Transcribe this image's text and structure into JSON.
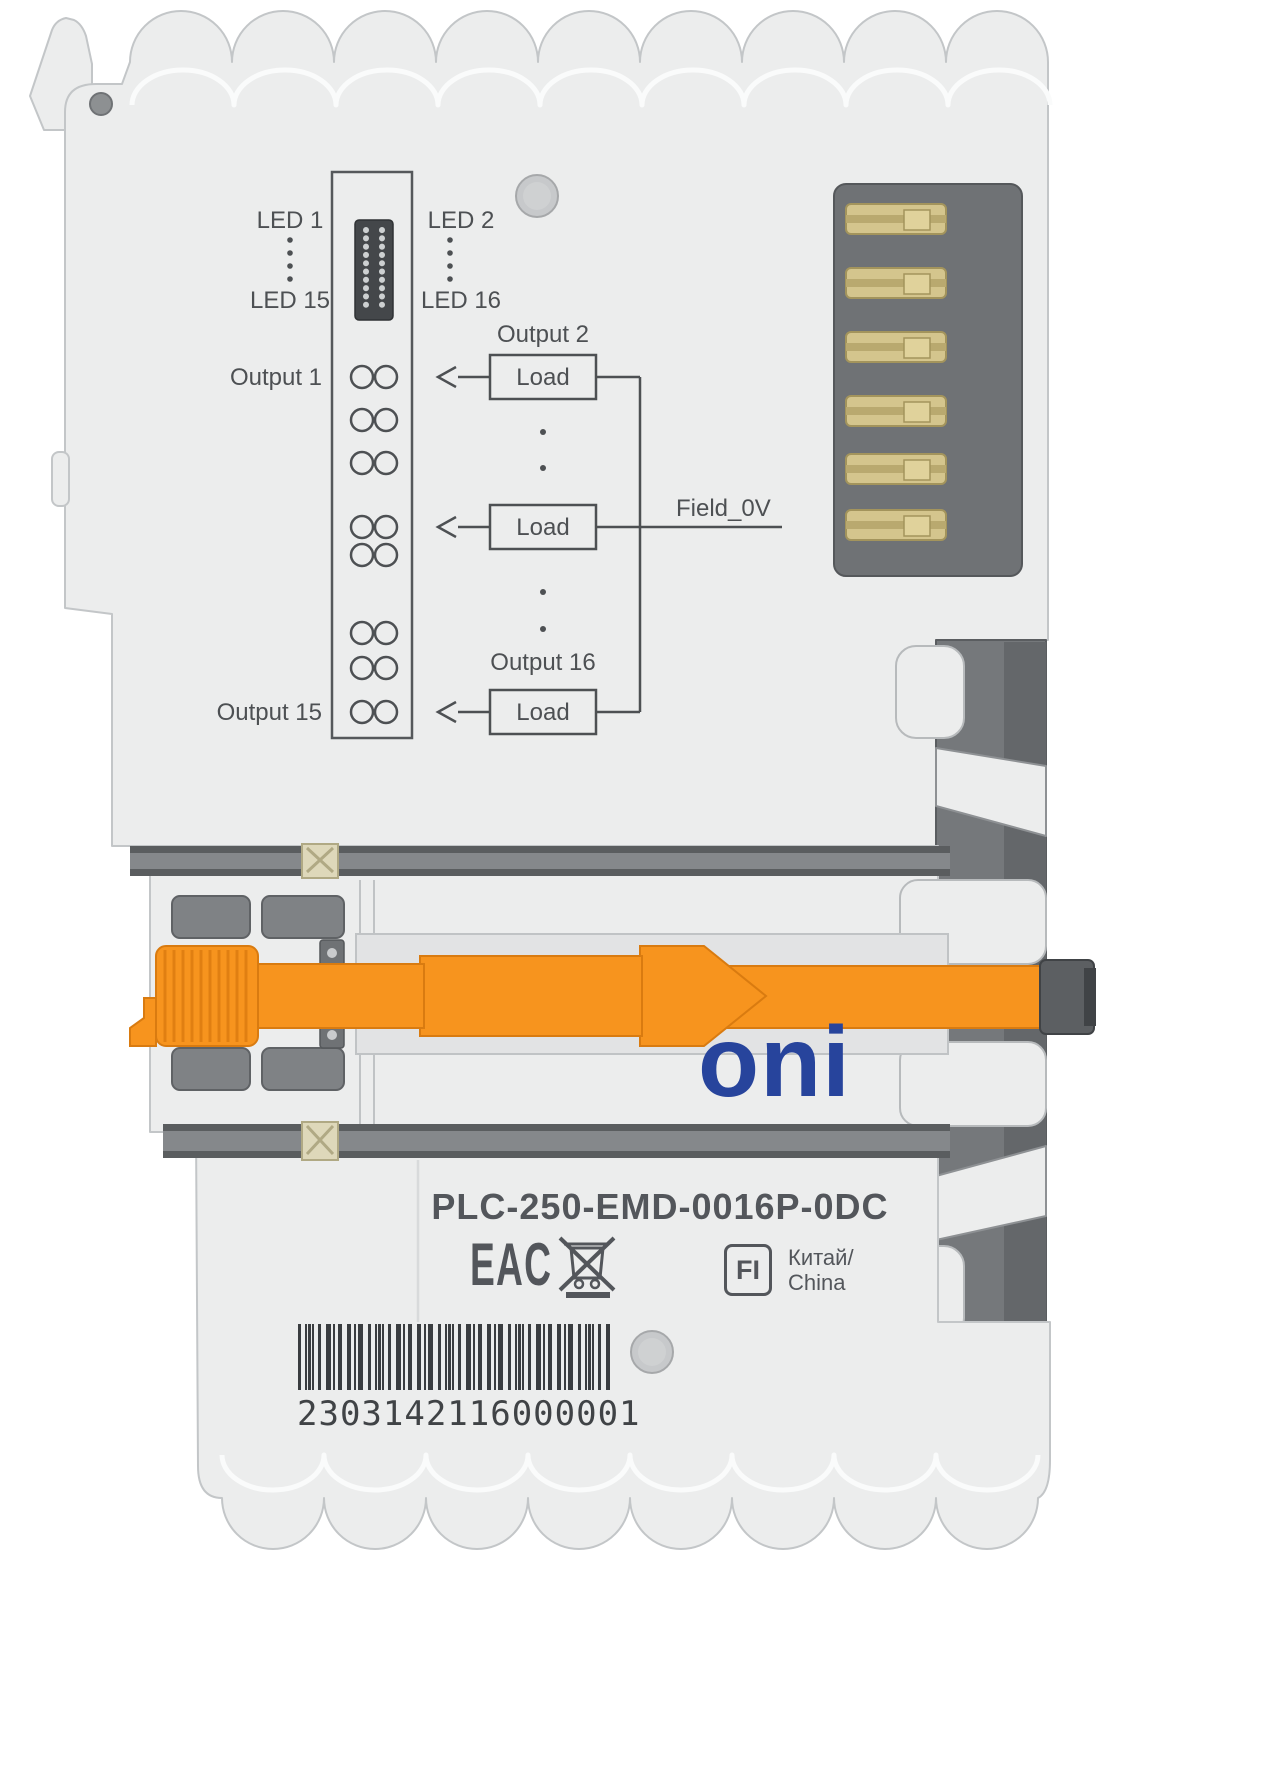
{
  "device": {
    "brand": "oni",
    "model": "PLC-250-EMD-0016P-0DC",
    "serial": "2303142116000001",
    "origin_line1": "Китай/",
    "origin_line2": "China",
    "fi_label": "FI",
    "eac_label": "EAC"
  },
  "diagram": {
    "led_left_top": "LED 1",
    "led_left_bottom": "LED 15",
    "led_right_top": "LED 2",
    "led_right_bottom": "LED 16",
    "output_first": "Output 1",
    "output_last": "Output 15",
    "load_top_title": "Output 2",
    "load_bottom_title": "Output 16",
    "load_label": "Load",
    "field_label": "Field_0V"
  },
  "colors": {
    "latch_orange": "#F7941E",
    "brand_blue": "#27449C",
    "housing_gray": "#EDEDEE",
    "dark_gray": "#75787B",
    "print_gray": "#4D5053",
    "contact_gold": "#D2C38B"
  }
}
